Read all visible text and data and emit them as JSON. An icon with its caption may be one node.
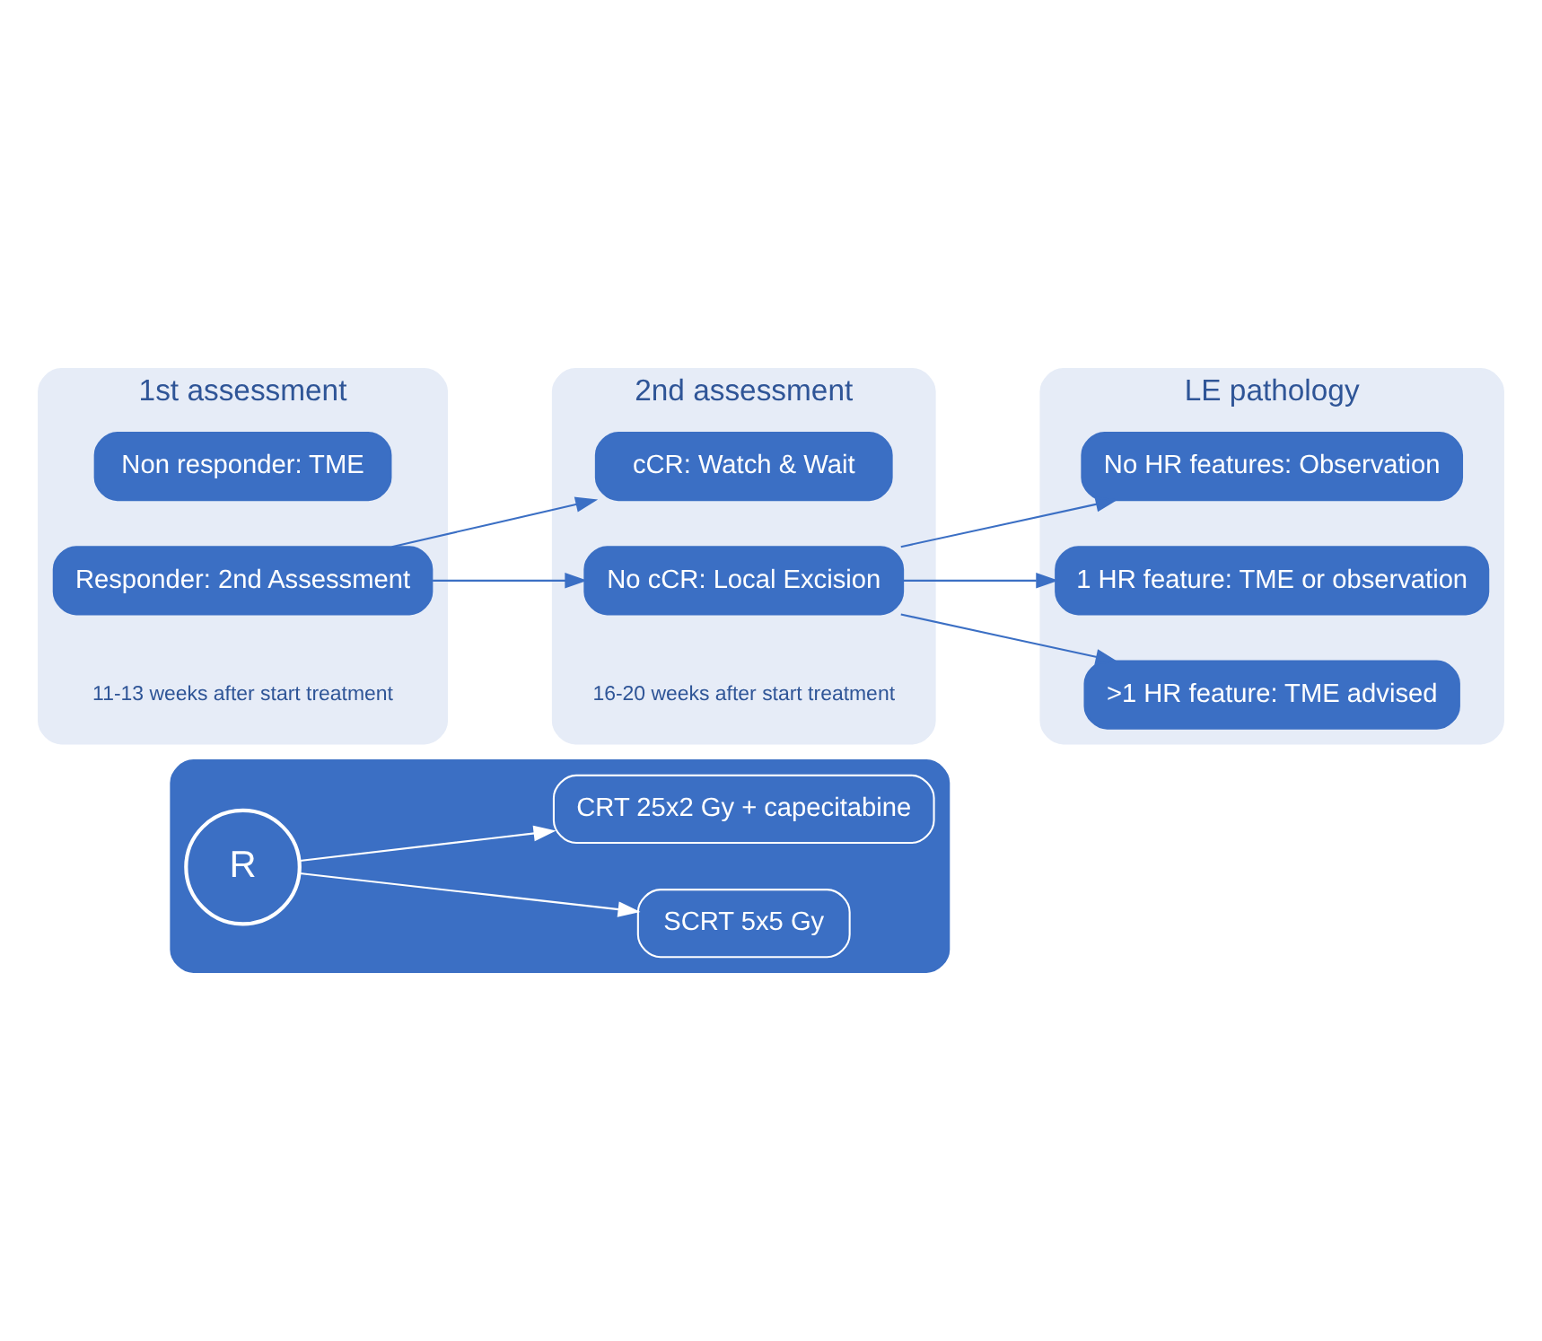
{
  "diagram": {
    "nodes": [
      {
        "text": [],
        "shape": "box"
      },
      {
        "text": [
          "R"
        ],
        "in": 0
      },
      {
        "text": [
          "SCRT 5x5 Gy"
        ],
        "in": 0
      },
      {
        "text": [
          "CRT 25x2 Gy + capecitabine"
        ],
        "in": 0
      },
      {
        "text": [
          "1st assessment",
          "11-13 weeks after start treatment"
        ]
      },
      {
        "text": [
          "Non responder: TME"
        ],
        "in": 4
      },
      {
        "text": [
          "Responder: 2nd Assessment"
        ],
        "in": 4
      },
      {
        "text": [
          "2nd assessment",
          "16-20 weeks after start treatment"
        ]
      },
      {
        "text": [
          "cCR: Watch & Wait"
        ],
        "in": 7
      },
      {
        "text": [
          "No cCR: Local Excision"
        ],
        "in": 7
      },
      {
        "text": [
          "LE pathology"
        ]
      },
      {
        "text": [
          "No HR features: Observation"
        ],
        "in": 10
      },
      {
        "text": [
          "1 HR feature: TME or observation"
        ],
        "in": 10
      },
      {
        "text": [
          ">1 HR feature: TME advised"
        ],
        "in": 10
      }
    ],
    "edges": [
      {
        "from": 1,
        "to": 2,
        "arrow": "to",
        "color": "#ffffff"
      },
      {
        "from": 1,
        "to": 3,
        "arrow": "to",
        "color": "#ffffff"
      },
      {
        "from": 6,
        "to": 8,
        "arrow": "to"
      },
      {
        "from": 6,
        "to": 9,
        "arrow": "to"
      },
      {
        "from": 9,
        "to": 11,
        "arrow": "to"
      },
      {
        "from": 9,
        "to": 12,
        "arrow": "to"
      },
      {
        "from": 9,
        "to": 13,
        "arrow": "to"
      }
    ]
  }
}
